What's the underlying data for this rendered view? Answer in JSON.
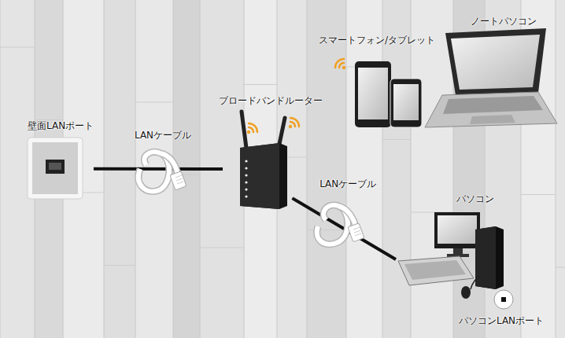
{
  "diagram": {
    "nodes": [
      {
        "text": [
          "壁面LANポート"
        ]
      },
      {
        "text": [
          "ブロードバンドルーター"
        ]
      },
      {
        "text": [
          "スマートフォン/タブレット"
        ]
      },
      {
        "text": [
          "ノートパソコン"
        ]
      },
      {
        "text": [
          "パソコン"
        ]
      }
    ],
    "edges": [
      {
        "from": 0,
        "to": 1,
        "arrow": "none",
        "label": "LANケーブル"
      },
      {
        "from": 1,
        "to": 4,
        "arrow": "none",
        "label": "LANケーブル"
      }
    ],
    "labels": [
      "パソコンLANポート"
    ]
  }
}
